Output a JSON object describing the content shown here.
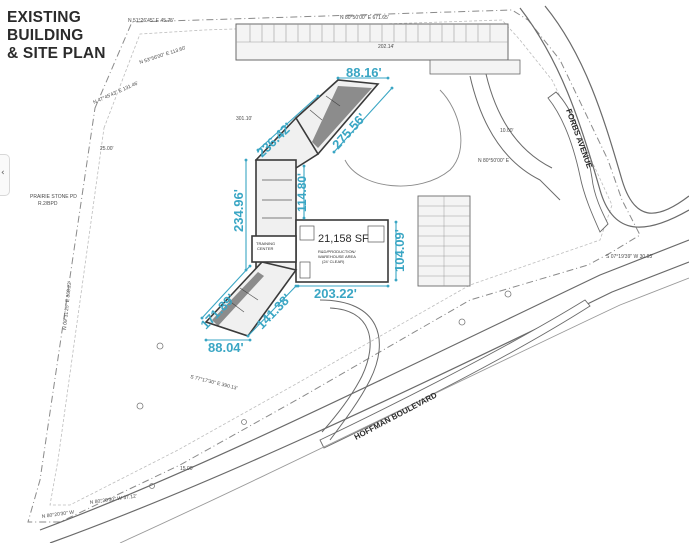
{
  "title_lines": [
    "EXISTING",
    "BUILDING",
    "& SITE PLAN"
  ],
  "colors": {
    "dimension": "#3aa6c4",
    "linework": "#6a6a6a",
    "building_fill": "#3a3a3a"
  },
  "dimensions": {
    "d1": "88.16'",
    "d2": "236.42'",
    "d3": "275.56'",
    "d4": "114.80'",
    "d5": "234.96'",
    "d6": "104.09'",
    "d7": "203.22'",
    "d8": "171.89'",
    "d9": "141.38'",
    "d10": "88.04'"
  },
  "building": {
    "area": "21,158 SF",
    "use_line1": "R&D/PRODUCTION/",
    "use_line2": "WAREHOUSE AREA",
    "use_line3": "(24' CLEAR)",
    "center_label": "TRAINING",
    "center_label2": "CENTER"
  },
  "roads": {
    "forbs": "FORBS AVENUE",
    "hoffman": "HOFFMAN BOULEVARD"
  },
  "bearings": {
    "b1": "N 51°26'45\" E  45.75'",
    "b2": "N 80°50'00\" E  671.65'",
    "b3": "N 47°45'43\" E  131.46'",
    "b4": "N 53°56'00\" E  113.60'",
    "b5": "S 07°19'39\" W  30.93'",
    "b6": "N 09°31'25\" E  868.23'",
    "b7": "S 77°17'30\" E  390.13'",
    "b8": "N 80°20'30\" W  37.12'",
    "b9": "N 80°20'30\" W"
  },
  "notes": {
    "n1": "N 80°50'00\" E",
    "n2": "202.14'",
    "n3": "PRAIRIE STONE PD",
    "n4": "R.2/BPD",
    "n5": "25.00'",
    "n6": "10.00'",
    "n7": "301.10'",
    "n8": "15.00'"
  },
  "edge_glyph": "‹"
}
